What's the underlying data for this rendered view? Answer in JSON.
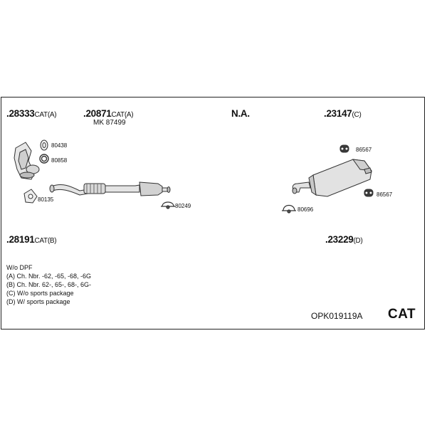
{
  "parts": [
    {
      "number": ".28333",
      "suffix": "CAT(A)"
    },
    {
      "number": ".20871",
      "suffix": "CAT(A)"
    },
    {
      "number": "N.A.",
      "suffix": ""
    },
    {
      "number": ".23147",
      "suffix": "(C)"
    },
    {
      "number": ".28191",
      "suffix": "CAT(B)"
    },
    {
      "number": ".23229",
      "suffix": "(D)"
    }
  ],
  "kit_label": "MK 87499",
  "small_parts": [
    "80438",
    "80858",
    "80135",
    "80249",
    "86567",
    "86567",
    "80696"
  ],
  "notes": [
    "W/o DPF",
    "(A) Ch. Nbr. -62, -65, -68, -6G",
    "(B) Ch. Nbr. 62-, 65-, 68-, 6G-",
    "(C) W/o sports package",
    "(D) W/ sports package"
  ],
  "kit_code": "OPK019119A",
  "category": "CAT"
}
